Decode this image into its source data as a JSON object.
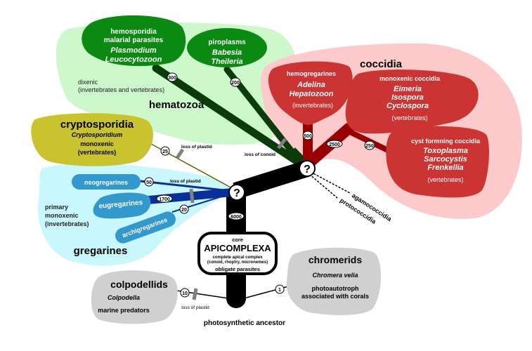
{
  "colors": {
    "hematozoa_bg": "#ccf8cc",
    "hematozoa_node": "#0a8a10",
    "hematozoa_branch": "#0b3a0b",
    "coccidia_bg": "#fccaca",
    "coccidia_node": "#cc3333",
    "coccidia_branch": "#990000",
    "crypto_node": "#c9c42e",
    "crypto_branch": "#6b6000",
    "gregarine_bg": "#c8f8fc",
    "gregarine_node": "#3399cc",
    "gregarine_branch": "#0a2f9a",
    "outgroup_node": "#d0d0d0",
    "trunk": "#000000",
    "marker": "#808080"
  },
  "groups": {
    "hematozoa": {
      "title": "hematozoa",
      "note_line1": "dixenic",
      "note_line2": "(invertebrates and vertebrates)",
      "hemosporidia": {
        "line1": "hemosporidia",
        "line2": "malarial parasites",
        "genus1": "Plasmodium",
        "genus2": "Leucocytozoon",
        "species_count": "300"
      },
      "piroplasms": {
        "line1": "piroplasms",
        "genus1": "Babesia",
        "genus2": "Theileria",
        "species_count": "200"
      },
      "event": "loss of conoid"
    },
    "coccidia": {
      "title": "coccidia",
      "hemogregarines": {
        "line1": "hemogregarines",
        "genus1": "Adelina",
        "genus2": "Hepatozoon",
        "host": "(invertebrates)",
        "species_count": "500"
      },
      "monoxenic": {
        "line1": "monoxenic coccidia",
        "genus1": "Eimeria",
        "genus2": "Isospora",
        "genus3": "Cyclospora",
        "host": "(vertebrates)",
        "species_count": "2500"
      },
      "cyst_forming": {
        "line1": "cyst formning coccidia",
        "genus1": "Toxoplasma",
        "genus2": "Sarcocystis",
        "genus3": "Frenkellia",
        "host": "(vertebrates)",
        "species_count": "250"
      },
      "dashed_1": "agamococcidia",
      "dashed_2": "protococcidia"
    },
    "cryptosporidia": {
      "title": "cryptosporidia",
      "genus": "Cryptosporidium",
      "line1": "monoxenic",
      "line2": "(vertebrates)",
      "species_count": "25",
      "event": "loss of plastid"
    },
    "gregarines": {
      "title": "gregarines",
      "note_line1": "primary",
      "note_line2": "monoxenic",
      "note_line3": "(invertebrates)",
      "neo": {
        "label": "neogregarines",
        "species_count": "50"
      },
      "eu": {
        "label": "eugregarines",
        "species_count": "1700"
      },
      "archi": {
        "label": "archigregarines",
        "species_count": "20"
      },
      "event": "loss of plastid"
    },
    "core": {
      "line1": "core",
      "title": "APICOMPLEXA",
      "line2": "complete apical complex",
      "line3": "(conoid, rhoptry, micronemes)",
      "line4": "obligate parasites",
      "species_count": "6000",
      "unknown_mark": "?"
    },
    "colpodellids": {
      "title": "colpodellids",
      "genus": "Colpodella",
      "line1": "marine predators",
      "species_count": "10",
      "event": "loss of plastid"
    },
    "chromerids": {
      "title": "chromerids",
      "genus": "Chromera velia",
      "line1": "photoautotroph",
      "line2": "associated with corals",
      "species_count": "1"
    },
    "root": {
      "label": "photosynthetic ancestor"
    }
  }
}
